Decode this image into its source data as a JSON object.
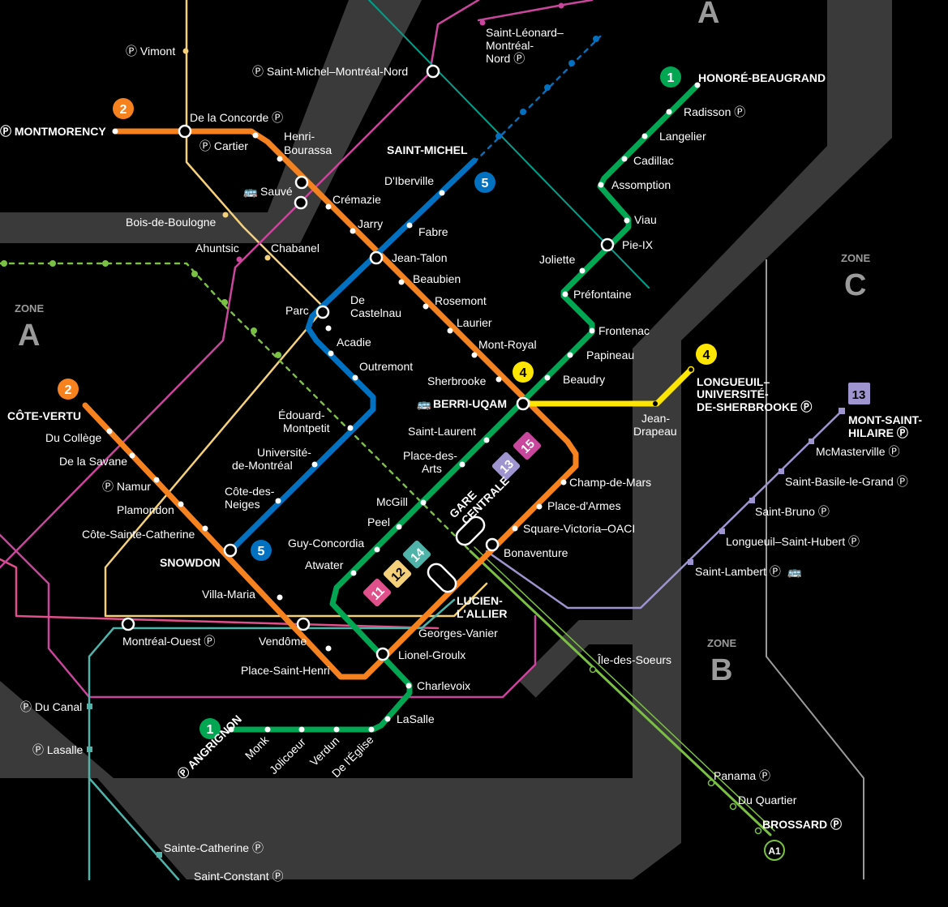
{
  "colors": {
    "green": "#00a651",
    "orange": "#f5821f",
    "yellow": "#ffe600",
    "blue": "#0070c0",
    "magenta": "#c8469b",
    "yellow_train": "#f4d07a",
    "teal_train": "#4fb3a9",
    "purple_train": "#9e95d0",
    "pink_train": "#e0508a",
    "violet_train": "#8a6bbf",
    "lightgreen_rem": "#7ac143",
    "teal_dash": "#00a08a",
    "zone_bg": "#3a3a3a",
    "zone_border": "#9a9a9a"
  },
  "zones": {
    "top_right": "A",
    "left_small": "ZONE",
    "left": "A",
    "right_small": "ZONE",
    "right": "C",
    "bottom_small": "ZONE",
    "bottom": "B"
  },
  "lines": {
    "green": "1",
    "orange": "2",
    "yellow": "4",
    "blue": "5"
  },
  "trains": {
    "t11": "11",
    "t12": "12",
    "t13": "13",
    "t14": "14",
    "t15": "15",
    "rem": "A1"
  },
  "stations": {
    "vimont": "Ⓟ Vimont",
    "saint_michel_mn": "Ⓟ Saint-Michel–Montréal-Nord",
    "saint_leonard_1": "Saint-Léonard–",
    "saint_leonard_2": "Montréal-",
    "saint_leonard_3": "Nord Ⓟ",
    "montmorency": "Ⓟ MONTMORENCY",
    "de_la_concorde": "De la Concorde Ⓟ",
    "cartier": "Ⓟ Cartier",
    "henri_bourassa_1": "Henri-",
    "henri_bourassa_2": "Bourassa",
    "sauve": "Sauvé",
    "cremazie": "Crémazie",
    "bois_de_boulogne": "Bois-de-Boulogne",
    "jarry": "Jarry",
    "ahuntsic": "Ahuntsic",
    "chabanel": "Chabanel",
    "saint_michel": "SAINT-MICHEL",
    "d_iberville": "D'Iberville",
    "fabre": "Fabre",
    "jean_talon": "Jean-Talon",
    "beaubien": "Beaubien",
    "rosemont": "Rosemont",
    "laurier": "Laurier",
    "mont_royal": "Mont-Royal",
    "sherbrooke": "Sherbrooke",
    "parc": "Parc",
    "de_castelnau_1": "De",
    "de_castelnau_2": "Castelnau",
    "acadie": "Acadie",
    "outremont": "Outremont",
    "honore_beaugrand": "HONORÉ-BEAUGRAND",
    "radisson": "Radisson Ⓟ",
    "langelier": "Langelier",
    "cadillac": "Cadillac",
    "assomption": "Assomption",
    "viau": "Viau",
    "pie_ix": "Pie-IX",
    "joliette": "Joliette",
    "prefontaine": "Préfontaine",
    "frontenac": "Frontenac",
    "papineau": "Papineau",
    "beaudry": "Beaudry",
    "berri_uqam": "BERRI-UQAM",
    "longueuil_1": "LONGUEUIL–",
    "longueuil_2": "UNIVERSITÉ-",
    "longueuil_3": "DE-SHERBROOKE Ⓟ",
    "jean_drapeau_1": "Jean-",
    "jean_drapeau_2": "Drapeau",
    "cote_vertu": "CÔTE-VERTU",
    "du_college": "Du Collège",
    "de_la_savane": "De la Savane",
    "namur": "Ⓟ Namur",
    "plamondon": "Plamondon",
    "cote_sainte_catherine": "Côte-Sainte-Catherine",
    "snowdon": "SNOWDON",
    "edouard_montpetit_1": "Édouard-",
    "edouard_montpetit_2": "Montpetit",
    "universite_1": "Université-",
    "universite_2": "de-Montréal",
    "cote_des_neiges_1": "Côte-des-",
    "cote_des_neiges_2": "Neiges",
    "saint_laurent": "Saint-Laurent",
    "place_des_arts_1": "Place-des-",
    "place_des_arts_2": "Arts",
    "mcgill": "McGill",
    "peel": "Peel",
    "guy_concordia": "Guy-Concordia",
    "atwater": "Atwater",
    "gare_centrale_1": "GARE",
    "gare_centrale_2": "CENTRALE",
    "champ_de_mars": "Champ-de-Mars",
    "place_d_armes": "Place-d'Armes",
    "square_victoria": "Square-Victoria–OACI",
    "bonaventure": "Bonaventure",
    "lucien_allier_1": "LUCIEN-",
    "lucien_allier_2": "L'ALLIER",
    "georges_vanier": "Georges-Vanier",
    "lionel_groulx": "Lionel-Groulx",
    "charlevoix": "Charlevoix",
    "lasalle": "LaSalle",
    "villa_maria": "Villa-Maria",
    "montreal_ouest": "Montréal-Ouest Ⓟ",
    "vendome": "Vendôme",
    "place_saint_henri": "Place-Saint-Henri",
    "du_canal": "Ⓟ Du Canal",
    "lasalle_train": "Ⓟ Lasalle",
    "angrignon": "Ⓟ ANGRIGNON",
    "monk": "Monk",
    "jolicoeur": "Jolicoeur",
    "verdun": "Verdun",
    "de_l_eglise": "De l'Église",
    "sainte_catherine": "Sainte-Catherine Ⓟ",
    "saint_constant": "Saint-Constant Ⓟ",
    "mont_saint_hilaire_1": "MONT-SAINT-",
    "mont_saint_hilaire_2": "HILAIRE Ⓟ",
    "mcmasterville": "McMasterville Ⓟ",
    "saint_basile": "Saint-Basile-le-Grand Ⓟ",
    "saint_bruno": "Saint-Bruno Ⓟ",
    "longueuil_saint_hubert": "Longueuil–Saint-Hubert Ⓟ",
    "saint_lambert": "Saint-Lambert Ⓟ",
    "ile_des_soeurs": "Île-des-Soeurs",
    "panama": "Panama Ⓟ",
    "du_quartier": "Du Quartier",
    "brossard": "BROSSARD Ⓟ"
  }
}
